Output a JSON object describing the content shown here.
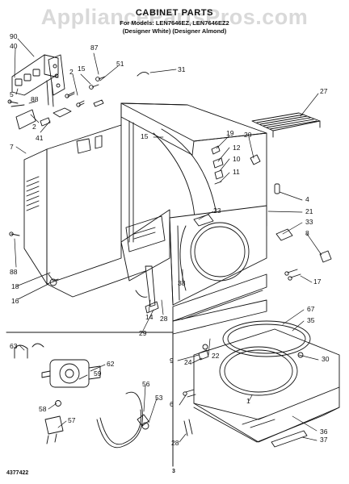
{
  "watermark": "AppliancePartsPros.com",
  "header": {
    "title": "CABINET PARTS",
    "models_line": "For Models: LEN7646EZ, LEN7646EZ2",
    "variants_line": "(Designer White) (Designer Almond)"
  },
  "footer": {
    "doc_number": "4377422",
    "page_number": "3"
  },
  "callouts": [
    {
      "id": "90",
      "label": "90"
    },
    {
      "id": "40",
      "label": "40"
    },
    {
      "id": "5",
      "label": "5"
    },
    {
      "id": "88a",
      "label": "88"
    },
    {
      "id": "2a",
      "label": "2"
    },
    {
      "id": "41",
      "label": "41"
    },
    {
      "id": "7",
      "label": "7"
    },
    {
      "id": "15a",
      "label": "15"
    },
    {
      "id": "2b",
      "label": "2"
    },
    {
      "id": "87",
      "label": "87"
    },
    {
      "id": "51",
      "label": "51"
    },
    {
      "id": "31",
      "label": "31"
    },
    {
      "id": "27",
      "label": "27"
    },
    {
      "id": "15b",
      "label": "15"
    },
    {
      "id": "19",
      "label": "19"
    },
    {
      "id": "12",
      "label": "12"
    },
    {
      "id": "10",
      "label": "10"
    },
    {
      "id": "11",
      "label": "11"
    },
    {
      "id": "20",
      "label": "20"
    },
    {
      "id": "4",
      "label": "4"
    },
    {
      "id": "21",
      "label": "21"
    },
    {
      "id": "33",
      "label": "33"
    },
    {
      "id": "8",
      "label": "8"
    },
    {
      "id": "23",
      "label": "23"
    },
    {
      "id": "38",
      "label": "38"
    },
    {
      "id": "17",
      "label": "17"
    },
    {
      "id": "88b",
      "label": "88"
    },
    {
      "id": "18",
      "label": "18"
    },
    {
      "id": "16",
      "label": "16"
    },
    {
      "id": "14",
      "label": "14"
    },
    {
      "id": "28a",
      "label": "28"
    },
    {
      "id": "29",
      "label": "29"
    },
    {
      "id": "67",
      "label": "67"
    },
    {
      "id": "35",
      "label": "35"
    },
    {
      "id": "9",
      "label": "9"
    },
    {
      "id": "22",
      "label": "22"
    },
    {
      "id": "24",
      "label": "24"
    },
    {
      "id": "30",
      "label": "30"
    },
    {
      "id": "6",
      "label": "6"
    },
    {
      "id": "1",
      "label": "1"
    },
    {
      "id": "28b",
      "label": "28"
    },
    {
      "id": "36",
      "label": "36"
    },
    {
      "id": "37",
      "label": "37"
    },
    {
      "id": "63",
      "label": "63"
    },
    {
      "id": "62",
      "label": "62"
    },
    {
      "id": "59",
      "label": "59"
    },
    {
      "id": "56",
      "label": "56"
    },
    {
      "id": "53",
      "label": "53"
    },
    {
      "id": "58",
      "label": "58"
    },
    {
      "id": "57",
      "label": "57"
    }
  ]
}
